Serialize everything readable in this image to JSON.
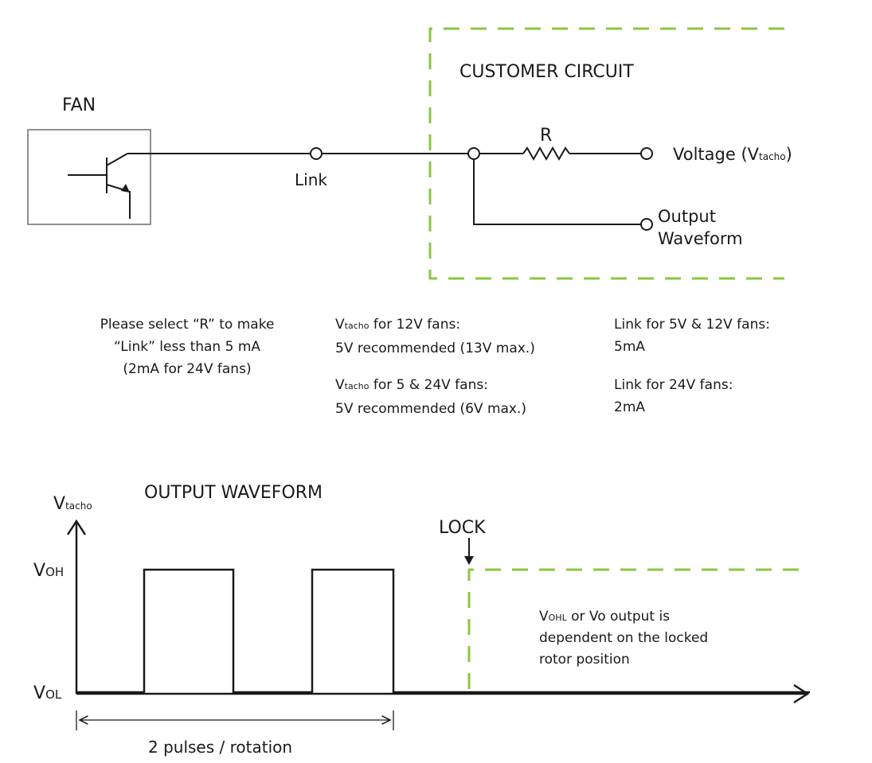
{
  "circuit": {
    "fan_label": "FAN",
    "customer_circuit_label": "CUSTOMER CIRCUIT",
    "link_label": "Link",
    "resistor_label": "R",
    "voltage_label_prefix": "Voltage (V",
    "voltage_label_sub": "tacho",
    "voltage_label_suffix": ")",
    "output_label_line1": "Output",
    "output_label_line2": "Waveform",
    "accent_color": "#8cc63f"
  },
  "notes": {
    "select_r": [
      "Please select “R” to make",
      "“Link” less than 5 mA",
      "(2mA for 24V fans)"
    ],
    "vtacho_12v": {
      "v": "V",
      "sub": "tacho",
      "line1_rest": " for 12V fans:",
      "line2": "5V recommended (13V max.)"
    },
    "vtacho_5_24v": {
      "v": "V",
      "sub": "tacho",
      "line1_rest": " for 5 & 24V fans:",
      "line2": "5V recommended (6V max.)"
    },
    "link_5_12v": {
      "line1": "Link for 5V & 12V fans:",
      "line2": "5mA"
    },
    "link_24v": {
      "line1": "Link for 24V fans:",
      "line2": "2mA"
    }
  },
  "waveform": {
    "title": "OUTPUT WAVEFORM",
    "y_axis_v": "V",
    "y_axis_sub": "tacho",
    "voh_v": "V",
    "voh_sub": "OH",
    "vol_v": "V",
    "vol_sub": "OL",
    "lock_label": "LOCK",
    "lock_note_v": "V",
    "lock_note_sub": "OHL",
    "lock_note_line1_rest": " or Vo output is",
    "lock_note_line2": "dependent on the locked",
    "lock_note_line3": "rotor position",
    "pulses_label": "2 pulses / rotation"
  }
}
